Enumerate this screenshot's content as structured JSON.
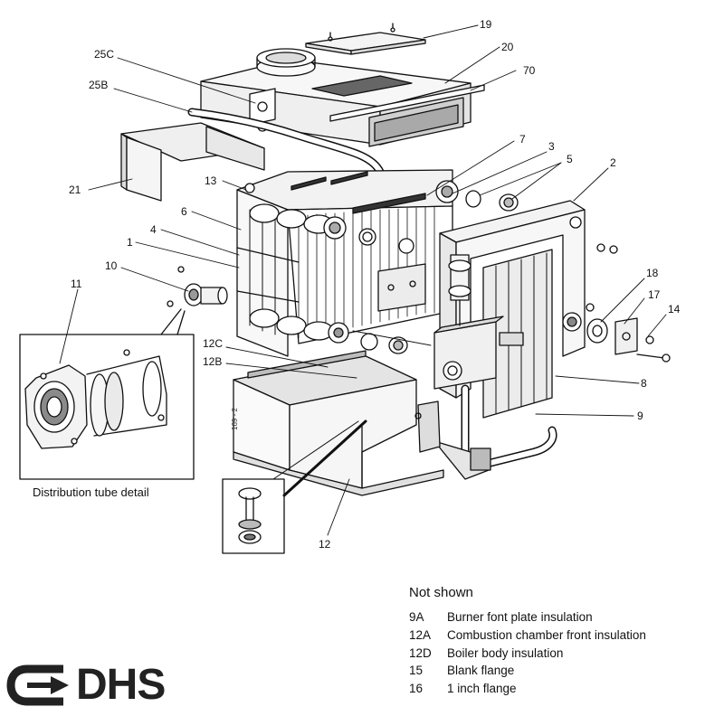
{
  "callouts": {
    "c19": "19",
    "c20": "20",
    "c70": "70",
    "c25c": "25C",
    "c25b": "25B",
    "c21": "21",
    "c13": "13",
    "c6": "6",
    "c4": "4",
    "c1": "1",
    "c10": "10",
    "c11": "11",
    "c7": "7",
    "c3": "3",
    "c5": "5",
    "c2": "2",
    "c18": "18",
    "c17": "17",
    "c14": "14",
    "c8": "8",
    "c9": "9",
    "c12c": "12C",
    "c12b": "12B",
    "c12": "12"
  },
  "drawing_mark": "169 - 2",
  "detail_caption": "Distribution tube detail",
  "not_shown": {
    "heading": "Not shown",
    "items": [
      {
        "code": "9A",
        "label": "Burner font plate insulation"
      },
      {
        "code": "12A",
        "label": "Combustion chamber front insulation"
      },
      {
        "code": "12D",
        "label": "Boiler body insulation"
      },
      {
        "code": "15",
        "label": "Blank flange"
      },
      {
        "code": "16",
        "label": "1 inch flange"
      }
    ]
  },
  "logo": {
    "text": "DHS"
  }
}
